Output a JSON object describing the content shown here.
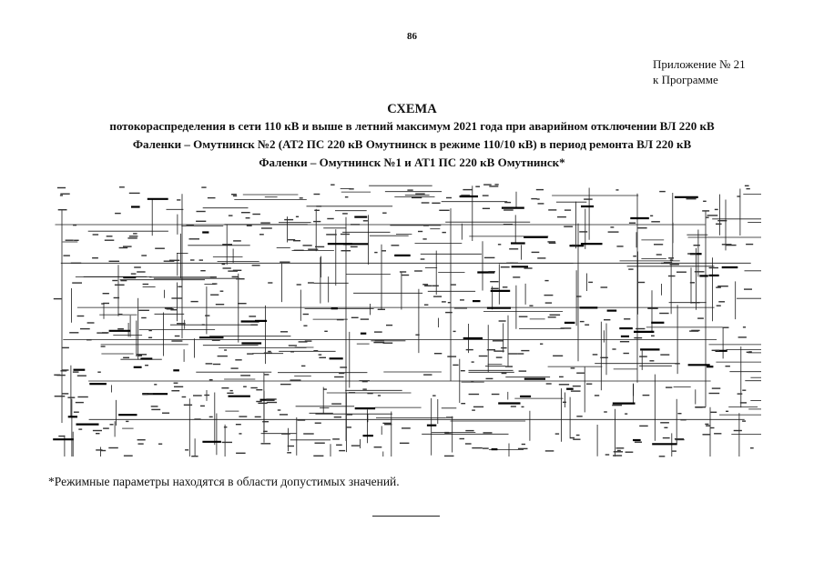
{
  "page_number": "86",
  "appendix": {
    "line1": "Приложение № 21",
    "line2": "к Программе"
  },
  "title": {
    "main": "СХЕМА",
    "line1": "потокораспределения в сети 110 кВ и выше в летний максимум 2021 года при аварийном отключении ВЛ 220 кВ",
    "line2": "Фаленки – Омутнинск №2 (АТ2 ПС 220 кВ Омутнинск в режиме 110/10 кВ) в период ремонта ВЛ 220 кВ",
    "line3": "Фаленки – Омутнинск №1 и АТ1 ПС 220 кВ Омутнинск*"
  },
  "footnote": "*Режимные параметры находятся в области допустимых значений.",
  "colors": {
    "text": "#111111",
    "diagram_lines": "#1a1a1a"
  }
}
